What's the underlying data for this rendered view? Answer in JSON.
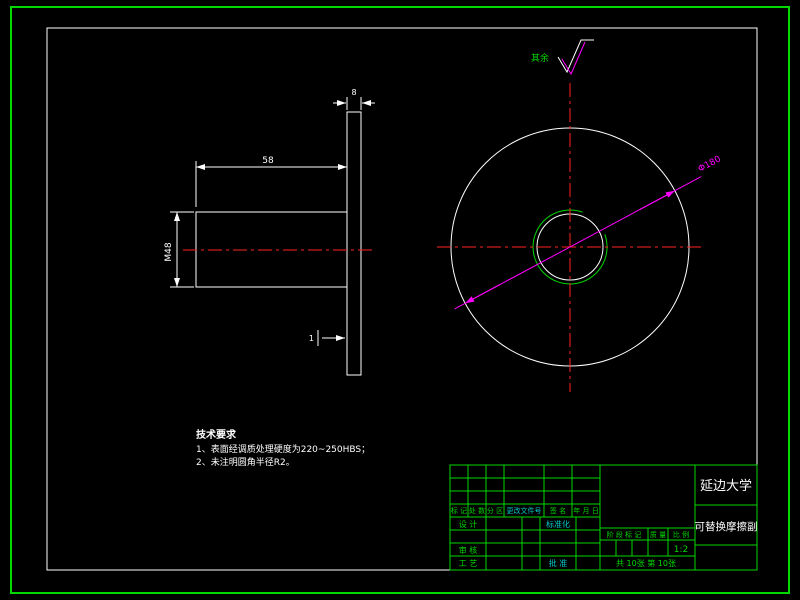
{
  "colors": {
    "geometry": "#ffffff",
    "frame_green": "#00d800",
    "centerline_red": "#ff2222",
    "dimension_magenta": "#ff00ff",
    "cyan_text": "#00c8c8"
  },
  "roughness": {
    "note": "其余"
  },
  "side_view": {
    "dim_length": "58",
    "dim_thickness": "8",
    "dim_diameter": "M48",
    "dim_gap": "1"
  },
  "front_view": {
    "dim_diagonal": "Φ180"
  },
  "tech_requirements": {
    "title": "技术要求",
    "items": [
      "1、表面经调质处理硬度为220~250HBS；",
      "2、未注明圆角半径R2。"
    ]
  },
  "title_block": {
    "university": "延边大学",
    "part_name": "可替换摩擦副",
    "labels": {
      "mark": "标 记",
      "count": "处 数",
      "zone": "分 区",
      "change_file": "更改文件号",
      "signature": "签 名",
      "date": "年 月 日",
      "design": "设 计",
      "standardization": "标准化",
      "review": "审 核",
      "process": "工 艺",
      "approve": "批 准",
      "stage_mark": "阶 段 标 记",
      "weight": "质 量",
      "scale_label": "比 例"
    },
    "scale_value": "1:2",
    "sheet_info": "共 10张  第 10张"
  }
}
